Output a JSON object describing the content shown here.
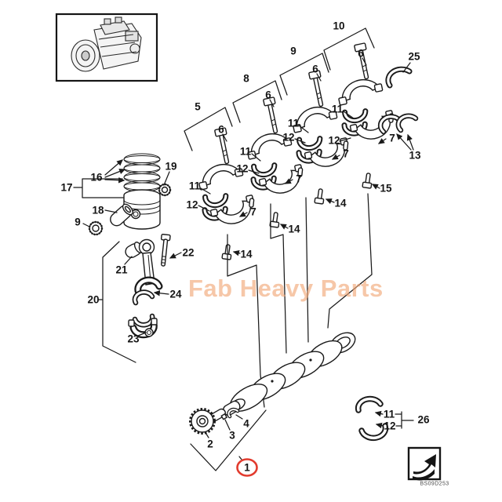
{
  "watermark": {
    "text": "Fab Heavy Parts",
    "color": "#f2a574"
  },
  "doc_code": {
    "text": "BS09D253"
  },
  "highlight": {
    "circle_color": "#e23b2e",
    "label": "1"
  },
  "icon_box": {
    "icon": "bold-arrow-up-right"
  },
  "thumbnail": {
    "icon": "engine-assembly-sketch"
  },
  "callouts": {
    "items": [
      {
        "text": "17"
      },
      {
        "text": "16"
      },
      {
        "text": "19"
      },
      {
        "text": "18"
      },
      {
        "text": "9"
      },
      {
        "text": "21"
      },
      {
        "text": "22"
      },
      {
        "text": "20"
      },
      {
        "text": "24"
      },
      {
        "text": "23"
      },
      {
        "text": "5"
      },
      {
        "text": "8"
      },
      {
        "text": "9"
      },
      {
        "text": "10"
      },
      {
        "text": "6"
      },
      {
        "text": "6"
      },
      {
        "text": "6"
      },
      {
        "text": "6"
      },
      {
        "text": "11"
      },
      {
        "text": "12"
      },
      {
        "text": "11"
      },
      {
        "text": "12"
      },
      {
        "text": "11"
      },
      {
        "text": "12"
      },
      {
        "text": "11"
      },
      {
        "text": "12"
      },
      {
        "text": "7"
      },
      {
        "text": "7"
      },
      {
        "text": "7"
      },
      {
        "text": "7"
      },
      {
        "text": "14"
      },
      {
        "text": "14"
      },
      {
        "text": "14"
      },
      {
        "text": "15"
      },
      {
        "text": "25"
      },
      {
        "text": "13"
      },
      {
        "text": "2"
      },
      {
        "text": "3"
      },
      {
        "text": "4"
      },
      {
        "text": "1"
      },
      {
        "text": "11"
      },
      {
        "text": "12"
      },
      {
        "text": "26"
      }
    ]
  }
}
